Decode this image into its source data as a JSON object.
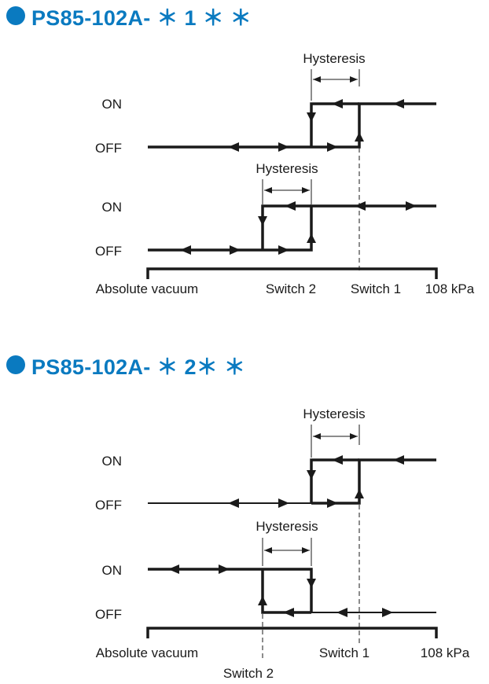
{
  "colors": {
    "accent": "#0a7ac0",
    "line": "#1a1a1a"
  },
  "sections": [
    {
      "model": "PS85-102A- ＊ 1 ＊ ＊",
      "switch1": {
        "hysteresis_label": "Hysteresis",
        "on_label": "ON",
        "off_label": "OFF"
      },
      "switch2": {
        "hysteresis_label": "Hysteresis",
        "on_label": "ON",
        "off_label": "OFF"
      },
      "axis": {
        "left_label": "Absolute vacuum",
        "switch2_label": "Switch 2",
        "switch1_label": "Switch 1",
        "right_label": "108 kPa"
      }
    },
    {
      "model": "PS85-102A- ＊ 2＊ ＊",
      "switch1": {
        "hysteresis_label": "Hysteresis",
        "on_label": "ON",
        "off_label": "OFF"
      },
      "switch2": {
        "hysteresis_label": "Hysteresis",
        "on_label": "ON",
        "off_label": "OFF"
      },
      "axis": {
        "left_label": "Absolute vacuum",
        "switch1_label": "Switch 1",
        "right_label": "108 kPa",
        "switch2_label": "Switch 2"
      }
    }
  ]
}
